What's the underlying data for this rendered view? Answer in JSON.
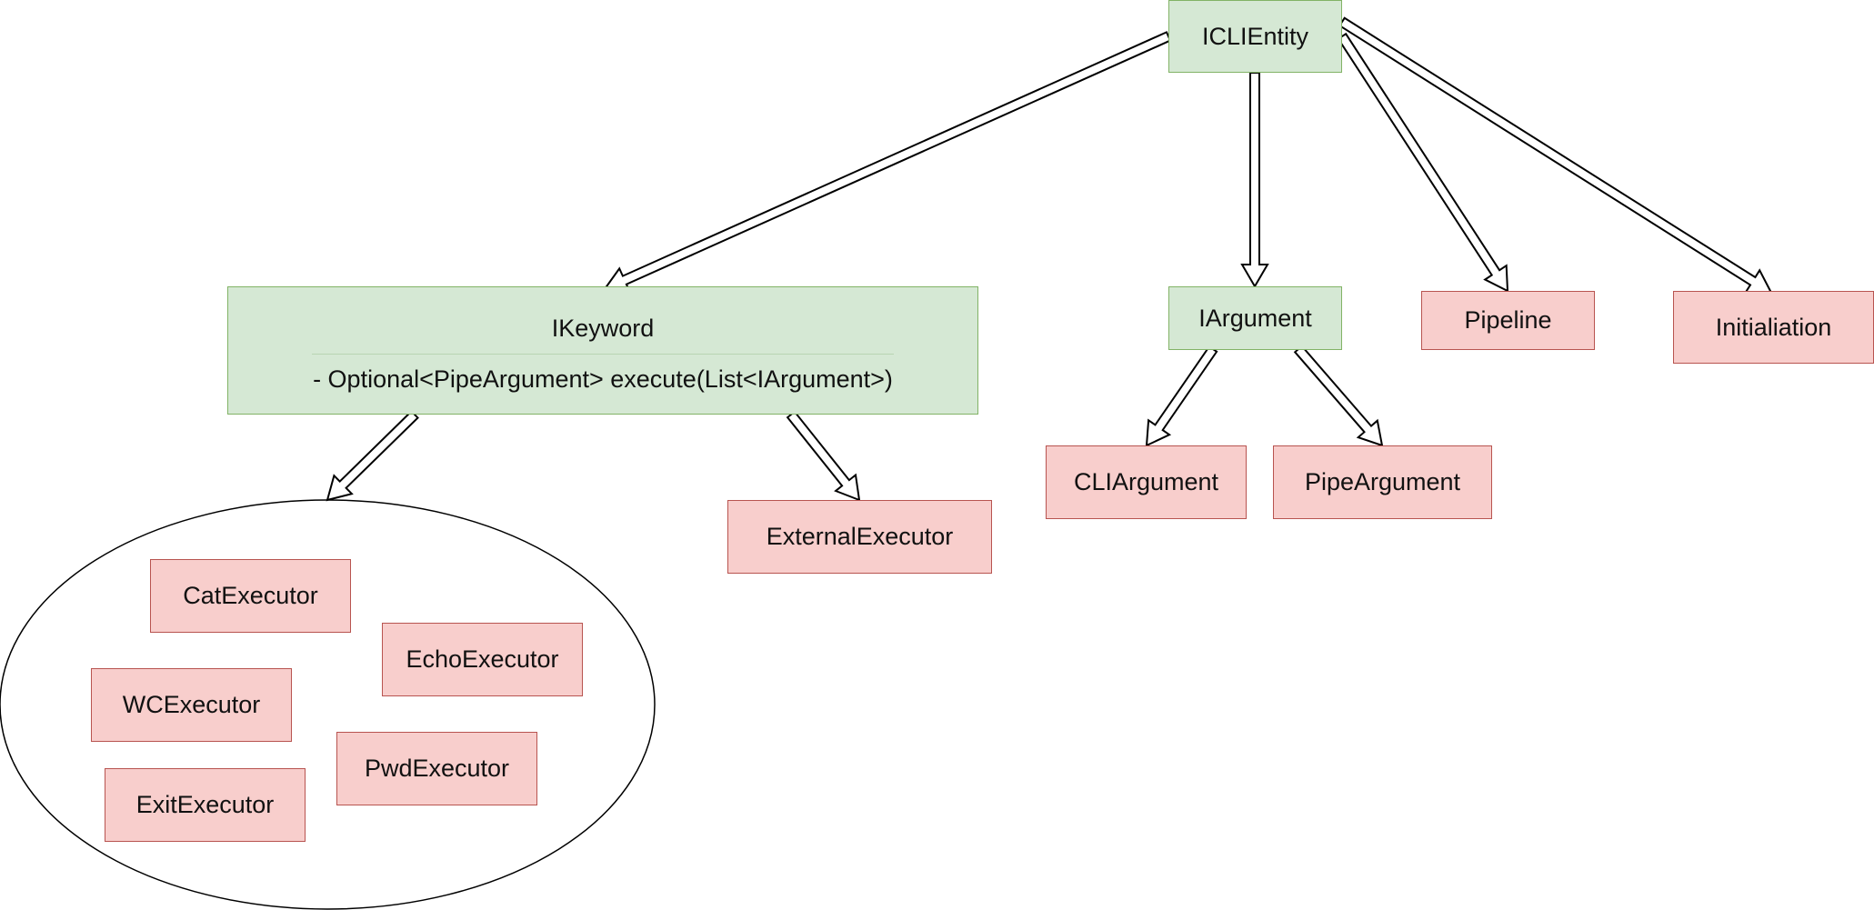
{
  "diagram": {
    "root": "ICLIEntity",
    "interfaces": {
      "ikeyword": {
        "name": "IKeyword",
        "method": "- Optional<PipeArgument> execute(List<IArgument>)"
      },
      "iargument": {
        "name": "IArgument"
      }
    },
    "classes": {
      "pipeline": "Pipeline",
      "initialiation": "Initialiation",
      "cli_argument": "CLIArgument",
      "pipe_argument": "PipeArgument",
      "external_executor": "ExternalExecutor"
    },
    "executor_group": {
      "cat": "CatExecutor",
      "echo": "EchoExecutor",
      "wc": "WCExecutor",
      "pwd": "PwdExecutor",
      "exit": "ExitExecutor"
    },
    "relations": [
      {
        "from": "ICLIEntity",
        "to": "IKeyword"
      },
      {
        "from": "ICLIEntity",
        "to": "IArgument"
      },
      {
        "from": "ICLIEntity",
        "to": "Pipeline"
      },
      {
        "from": "ICLIEntity",
        "to": "Initialiation"
      },
      {
        "from": "IArgument",
        "to": "CLIArgument"
      },
      {
        "from": "IArgument",
        "to": "PipeArgument"
      },
      {
        "from": "IKeyword",
        "to": "executor-group"
      },
      {
        "from": "IKeyword",
        "to": "ExternalExecutor"
      }
    ],
    "colors": {
      "interface_fill": "#d5e8d4",
      "interface_stroke": "#82b366",
      "class_fill": "#f8cecc",
      "class_stroke": "#b85450",
      "arrow_stroke": "#000000"
    }
  }
}
